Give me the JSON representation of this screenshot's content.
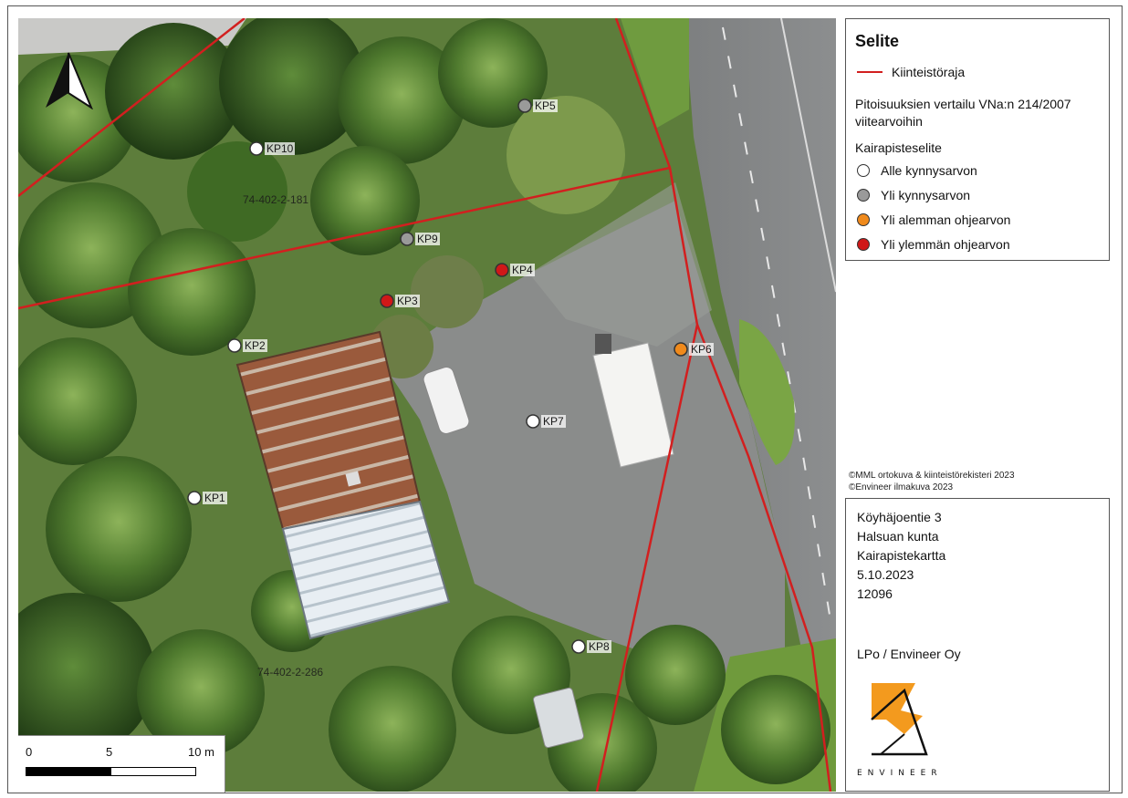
{
  "map": {
    "sample_points": [
      {
        "id": "kp1",
        "label": "KP1",
        "class": "alle"
      },
      {
        "id": "kp2",
        "label": "KP2",
        "class": "alle"
      },
      {
        "id": "kp3",
        "label": "KP3",
        "class": "yli_ylemman"
      },
      {
        "id": "kp4",
        "label": "KP4",
        "class": "yli_ylemman"
      },
      {
        "id": "kp5",
        "label": "KP5",
        "class": "yli_kynnys"
      },
      {
        "id": "kp6",
        "label": "KP6",
        "class": "yli_alemman"
      },
      {
        "id": "kp7",
        "label": "KP7",
        "class": "alle"
      },
      {
        "id": "kp8",
        "label": "KP8",
        "class": "alle"
      },
      {
        "id": "kp9",
        "label": "KP9",
        "class": "yli_kynnys"
      },
      {
        "id": "kp10",
        "label": "KP10",
        "class": "alle"
      }
    ],
    "parcel_labels": [
      "74-402-2-181",
      "74-402-2-286"
    ],
    "north_arrow_icon": "north-arrow-icon"
  },
  "scale_bar": {
    "labels": [
      "0",
      "5",
      "10 m"
    ]
  },
  "legend": {
    "title": "Selite",
    "property_line_label": "Kiinteistöraja",
    "comparison_text": "Pitoisuuksien vertailu VNa:n 214/2007 viitearvoihin",
    "points_heading": "Kairapisteselite",
    "classes": [
      {
        "key": "alle",
        "label": "Alle kynnysarvon",
        "color": "#ffffff"
      },
      {
        "key": "yli_kynnys",
        "label": "Yli kynnysarvon",
        "color": "#9a9a9a"
      },
      {
        "key": "yli_alemman",
        "label": "Yli alemman ohjearvon",
        "color": "#f08a1c"
      },
      {
        "key": "yli_ylemman",
        "label": "Yli ylemmän ohjearvon",
        "color": "#d01818"
      }
    ],
    "property_line_color": "#d21f1f"
  },
  "credits": [
    "©MML ortokuva & kiinteistörekisteri 2023",
    "©Envineer ilmakuva 2023"
  ],
  "info": {
    "address": "Köyhäjoentie 3",
    "municipality": "Halsuan kunta",
    "map_title": "Kairapistekartta",
    "date": "5.10.2023",
    "project_number": "12096",
    "author": "LPo / Envineer Oy",
    "logo_text": "ENVINEER",
    "logo_color": "#f39a1e"
  }
}
